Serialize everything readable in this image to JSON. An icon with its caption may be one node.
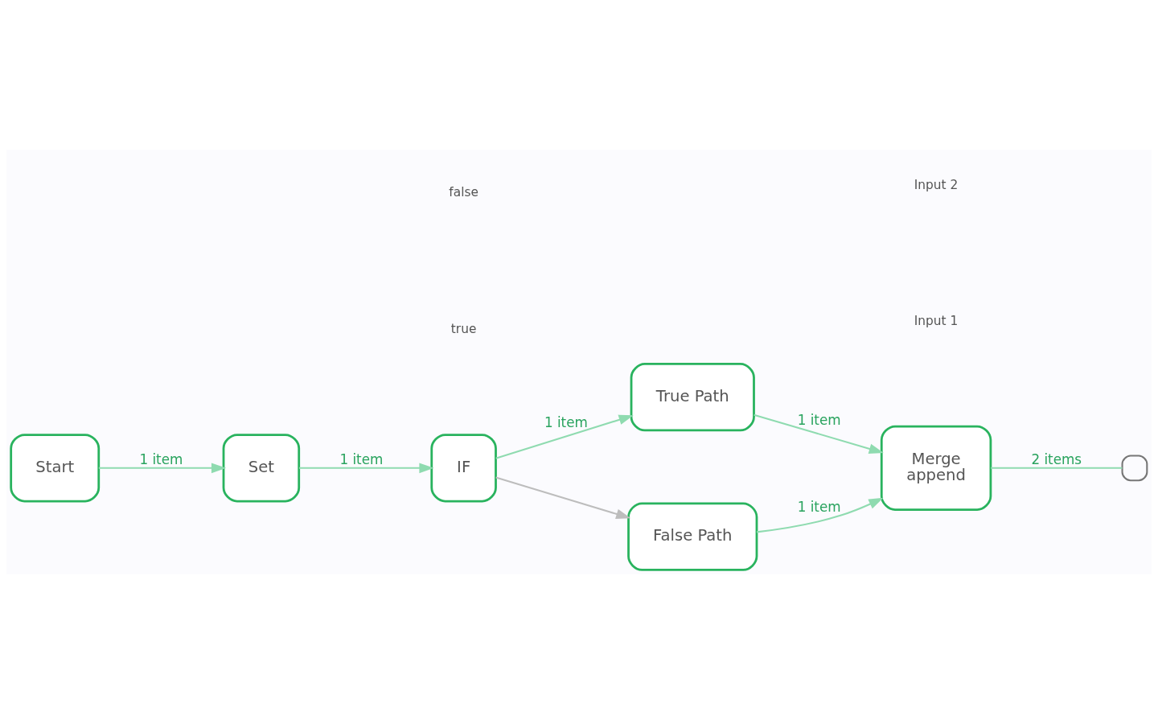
{
  "diagram": {
    "nodes": [
      {
        "text": [
          "Start"
        ]
      },
      {
        "text": [
          "Set"
        ]
      },
      {
        "text": [
          "IF"
        ]
      },
      {
        "text": [
          "True Path"
        ]
      },
      {
        "text": [
          "False Path"
        ]
      },
      {
        "text": [
          "Merge",
          "append"
        ]
      },
      {
        "text": [],
        "shape": "box"
      }
    ],
    "edges": [
      {
        "from": 0,
        "to": 1,
        "arrow": "to",
        "label": "1 item"
      },
      {
        "from": 1,
        "to": 2,
        "arrow": "to",
        "label": "1 item"
      },
      {
        "from": 2,
        "to": 3,
        "arrow": "to",
        "label": "1 item"
      },
      {
        "from": 2,
        "to": 4,
        "arrow": "to",
        "color": "#bdbdbd"
      },
      {
        "from": 3,
        "to": 5,
        "arrow": "to",
        "label": "1 item"
      },
      {
        "from": 4,
        "to": 5,
        "arrow": "to",
        "label": "1 item"
      },
      {
        "from": 5,
        "to": 6,
        "arrow": "none",
        "label": "2 items"
      }
    ],
    "labels": [
      "true",
      "false",
      "Input 1",
      "Input 2"
    ]
  }
}
